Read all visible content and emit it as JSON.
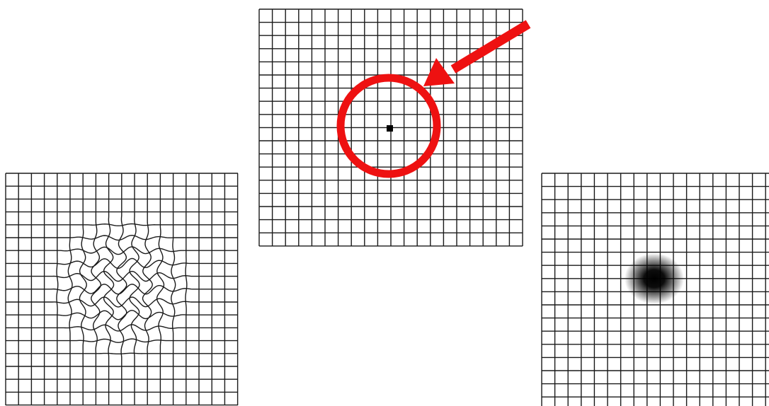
{
  "figure": {
    "panels": [
      {
        "id": "distorted-grid",
        "distortion": "wavy",
        "central_spot": false
      },
      {
        "id": "normal-grid",
        "fixation_dot": true,
        "highlight": "circle-with-arrow"
      },
      {
        "id": "scotoma-grid",
        "distortion": "none",
        "central_spot": true
      }
    ],
    "colors": {
      "grid_line": "#1a1a1a",
      "highlight": "#ee1111",
      "background": "#ffffff",
      "spot": "#000000"
    }
  }
}
